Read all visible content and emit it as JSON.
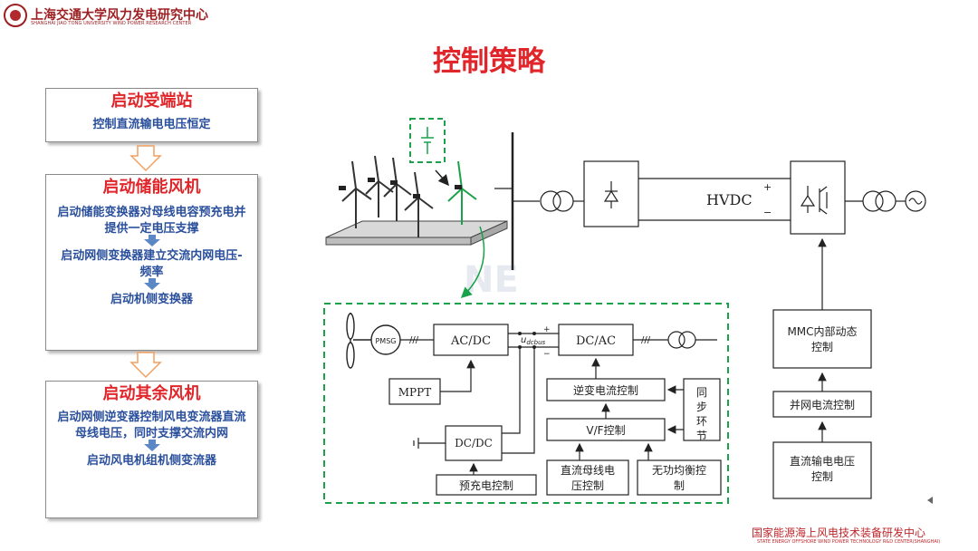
{
  "header": {
    "logo_text": "上海交通大学风力发电研究中心",
    "logo_sub": "SHANGHAI JIAO TONG UNIVERSITY WIND POWER RESEARCH CENTER",
    "title": "控制策略"
  },
  "steps": [
    {
      "title": "启动受端站",
      "lines": [
        "控制直流输电电压恒定"
      ]
    },
    {
      "title": "启动储能风机",
      "lines": [
        "启动储能变换器对母线电容预充电并提供一定电压支撑",
        "启动网侧变换器建立交流内网电压-频率",
        "启动机侧变换器"
      ]
    },
    {
      "title": "启动其余风机",
      "lines": [
        "启动网侧逆变器控制风电变流器直流母线电压，同时支撑交流内网",
        "启动风电机组机侧变流器"
      ]
    }
  ],
  "diagram": {
    "hvdc": "HVDC",
    "plus": "+",
    "minus": "−",
    "pmsg": "PMSG",
    "acdc": "AC/DC",
    "dcac": "DC/AC",
    "mppt": "MPPT",
    "dcdc": "DC/DC",
    "udc_u": "u",
    "udc_sub": "dcbus",
    "inv_ctrl": "逆变电流控制",
    "sync": "同步环节",
    "vf": "V/F控制",
    "precharge": "预充电控制",
    "dc_bus_ctrl": "直流母线电压控制",
    "reactive": "无功均衡控制",
    "mmc_internal": "MMC内部动态控制",
    "grid_current": "并网电流控制",
    "dc_voltage": "直流输电电压控制",
    "watermark": "NE"
  },
  "footer": {
    "cn": "国家能源海上风电技术装备研发中心",
    "en": "STATE ENERGY OFFSHORE WIND POWER TECHNOLOGY R&D CENTER(SHANGHAI)"
  }
}
